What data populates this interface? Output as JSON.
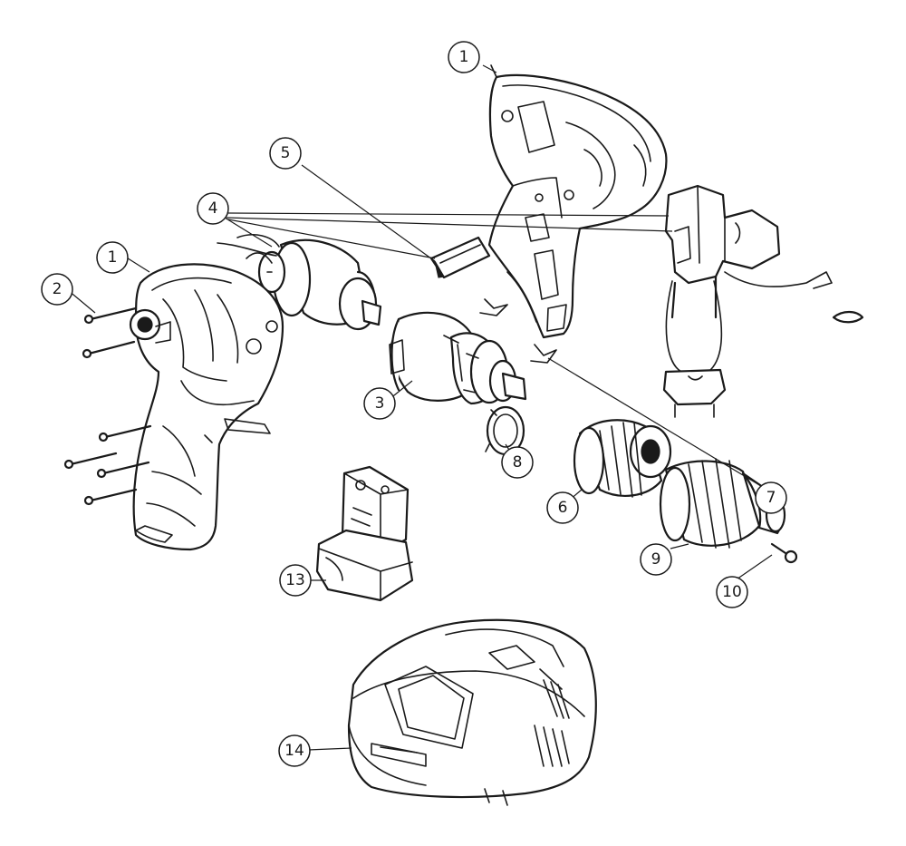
{
  "diagram": {
    "callouts": {
      "c1_top": "1",
      "c1_left": "1",
      "c2": "2",
      "c3": "3",
      "c4": "4",
      "c5": "5",
      "c6": "6",
      "c7": "7",
      "c8": "8",
      "c9": "9",
      "c10": "10",
      "c13": "13",
      "c14": "14"
    }
  }
}
